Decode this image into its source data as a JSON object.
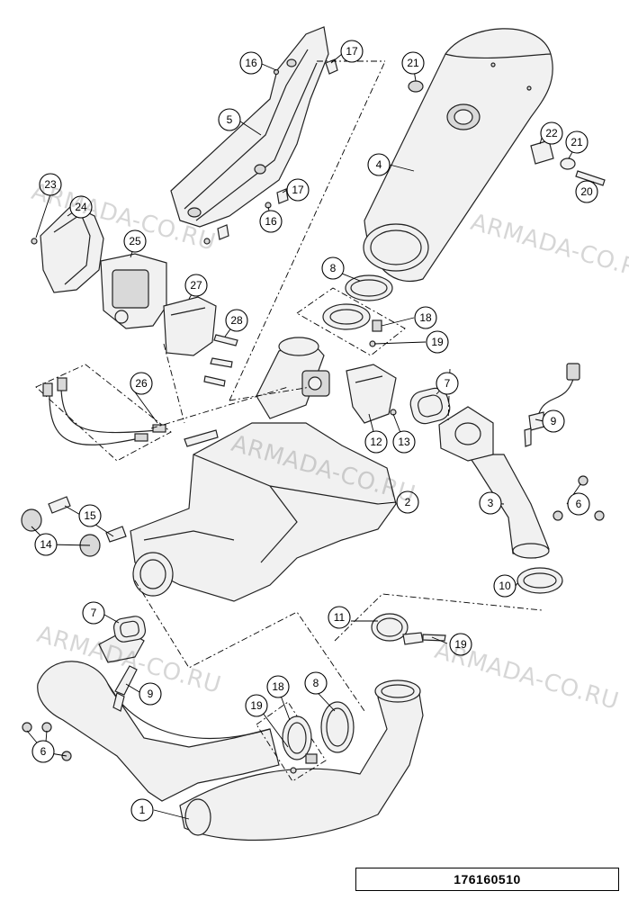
{
  "watermarks": [
    "ARMADA-CO.RU",
    "ARMADA-CO.RU",
    "ARMADA-CO.RU",
    "ARMADA-CO.RU",
    "ARMADA-CO.RU"
  ],
  "document_id": "176160510",
  "callouts": [
    "16",
    "17",
    "5",
    "21",
    "4",
    "22",
    "21",
    "20",
    "17",
    "16",
    "23",
    "24",
    "25",
    "27",
    "28",
    "8",
    "18",
    "19",
    "26",
    "7",
    "9",
    "12",
    "13",
    "2",
    "3",
    "6",
    "15",
    "14",
    "10",
    "11",
    "19",
    "7",
    "9",
    "18",
    "8",
    "19",
    "6",
    "1"
  ]
}
